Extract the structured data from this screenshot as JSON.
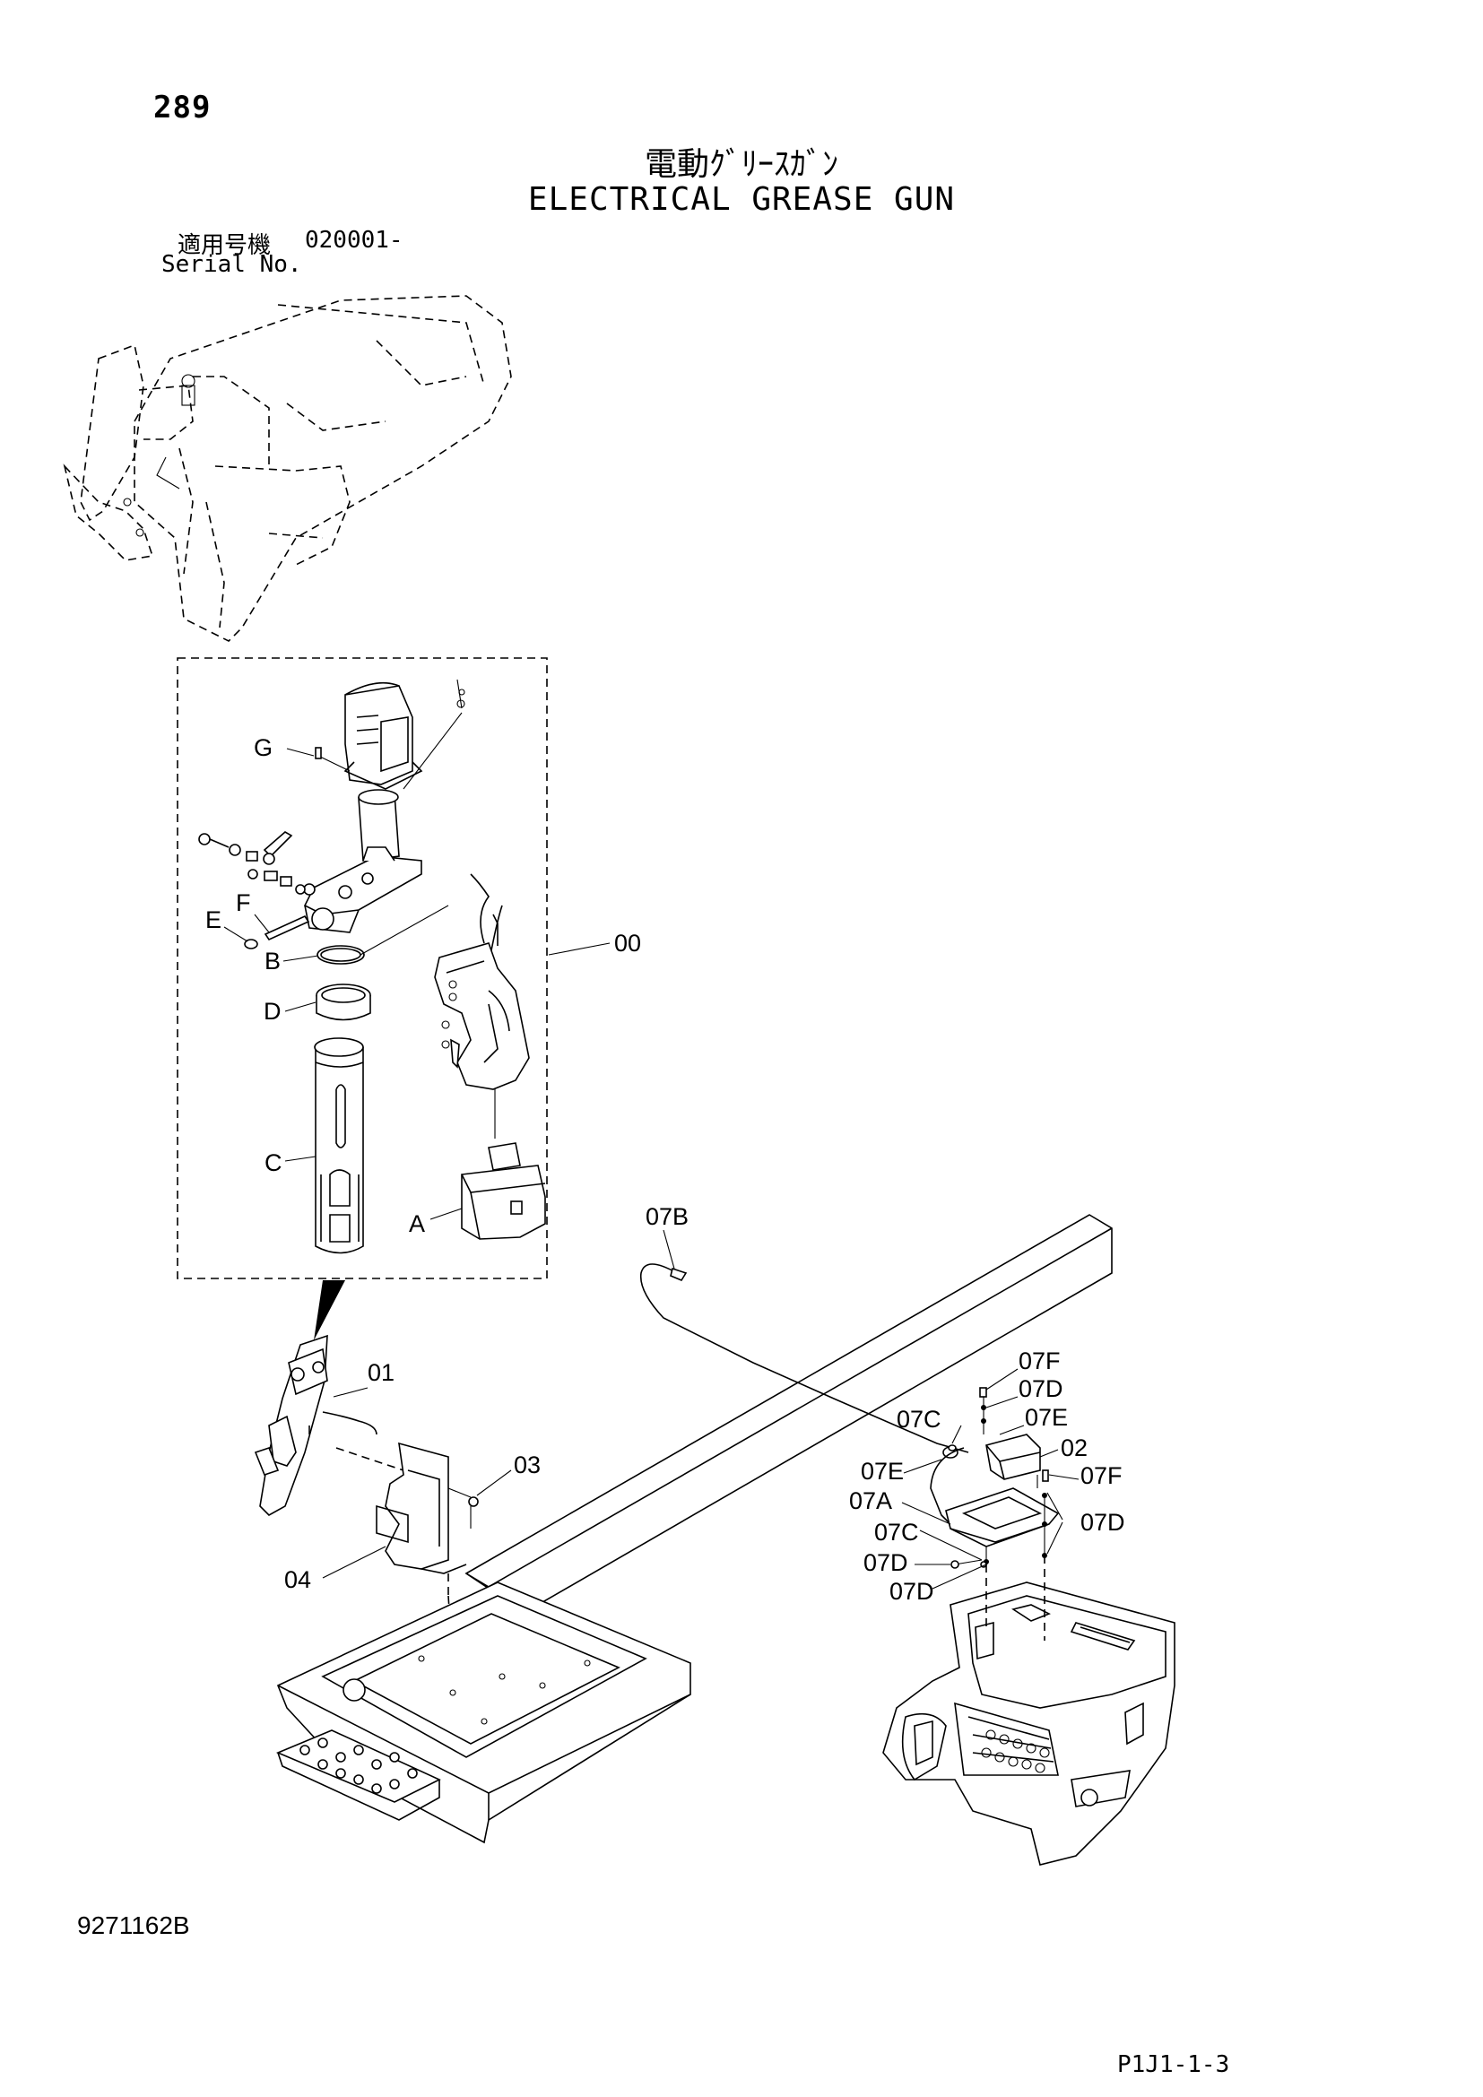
{
  "header": {
    "page_number": "289",
    "title_jp": "電動ｸﾞﾘｰｽｶﾞﾝ",
    "title_en": "ELECTRICAL GREASE GUN",
    "serial_label_jp": "適用号機",
    "serial_value": "020001-",
    "serial_label_en": "Serial No."
  },
  "labels": {
    "G": "G",
    "F": "F",
    "E": "E",
    "B": "B",
    "D": "D",
    "C": "C",
    "A": "A",
    "p00": "00",
    "p07B": "07B",
    "p01": "01",
    "p03": "03",
    "p04": "04",
    "p07F_top": "07F",
    "p07D_top": "07D",
    "p07C_top": "07C",
    "p07E_right": "07E",
    "p02": "02",
    "p07E_left": "07E",
    "p07F_right": "07F",
    "p07A": "07A",
    "p07C_mid": "07C",
    "p07D_right": "07D",
    "p07D_low": "07D",
    "p07D_bottom": "07D"
  },
  "footer": {
    "doc_number": "9271162B",
    "figure_code": "P1J1-1-3"
  }
}
